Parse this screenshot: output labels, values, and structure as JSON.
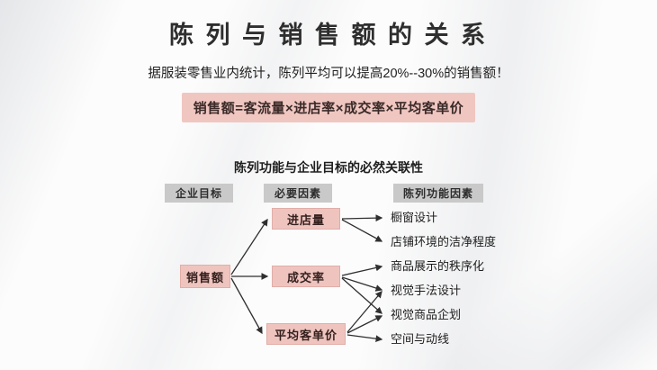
{
  "slide": {
    "title": "陈 列 与 销 售 额 的 关 系",
    "subtitle": "据服装零售业内统计，陈列平均可以提高20%--30%的销售额！",
    "formula": "销售额=客流量×进店率×成交率×平均客单价",
    "section_title": "陈列功能与企业目标的必然关联性"
  },
  "diagram": {
    "column_headers": [
      "企业目标",
      "必要因素",
      "陈列功能因素"
    ],
    "goal": "销售额",
    "factors": [
      "进店量",
      "成交率",
      "平均客单价"
    ],
    "display_functions": [
      "橱窗设计",
      "店铺环境的洁净程度",
      "商品展示的秩序化",
      "视觉手法设计",
      "视觉商品企划",
      "空间与动线"
    ],
    "connections": [
      {
        "from": "销售额",
        "to": [
          "进店量",
          "成交率",
          "平均客单价"
        ]
      },
      {
        "from": "进店量",
        "to": [
          "橱窗设计",
          "店铺环境的洁净程度"
        ]
      },
      {
        "from": "成交率",
        "to": [
          "商品展示的秩序化",
          "视觉手法设计",
          "视觉商品企划"
        ]
      },
      {
        "from": "平均客单价",
        "to": [
          "视觉手法设计",
          "视觉商品企划",
          "空间与动线"
        ]
      }
    ]
  },
  "colors": {
    "accent_pink": "#efc4bf",
    "header_gray": "#c9c9c9",
    "arrow": "#2f2f2f",
    "text_dark": "#2e2e2e"
  }
}
